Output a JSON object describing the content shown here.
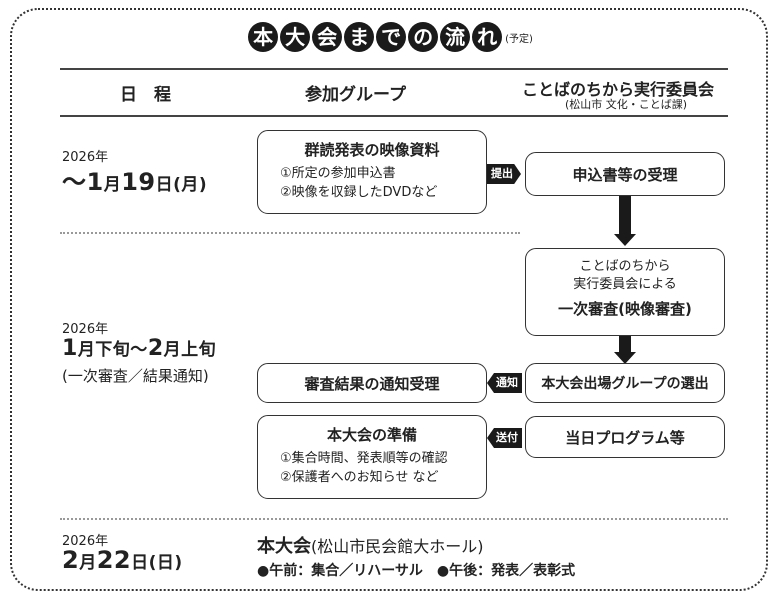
{
  "title": {
    "chars": [
      "本",
      "大",
      "会",
      "ま",
      "で",
      "の",
      "流",
      "れ"
    ],
    "note": "(予定)"
  },
  "headers": {
    "schedule": "日　程",
    "group": "参加グループ",
    "committee": "ことばのちから実行委員会",
    "committee_sub": "(松山市 文化・ことば課)"
  },
  "row1": {
    "year": "2026年",
    "date_prefix": "〜1",
    "date_mid": "月",
    "date_num": "19",
    "date_suffix": "日(月)",
    "group_box": {
      "title": "群読発表の映像資料",
      "items": [
        "①所定の参加申込書",
        "②映像を収録したDVDなど"
      ]
    },
    "tag": "提出",
    "committee_box": "申込書等の受理"
  },
  "row2": {
    "year": "2026年",
    "date_a": "1",
    "date_a_unit": "月下旬〜",
    "date_b": "2",
    "date_b_unit": "月上旬",
    "note": "(一次審査／結果通知)",
    "review_box": {
      "line1": "ことばのちから",
      "line2": "実行委員会による",
      "line3": "一次審査(映像審査)"
    },
    "result_box": "審査結果の通知受理",
    "tag_notify": "通知",
    "selection_box": "本大会出場グループの選出",
    "prep_box": {
      "title": "本大会の準備",
      "items": [
        "①集合時間、発表順等の確認",
        "②保護者へのお知らせ など"
      ]
    },
    "tag_send": "送付",
    "program_box": "当日プログラム等"
  },
  "row3": {
    "year": "2026年",
    "date_num_a": "2",
    "date_unit_a": "月",
    "date_num_b": "22",
    "date_suffix": "日(日)",
    "event_title": "本大会",
    "event_venue": "(松山市民会館大ホール)",
    "schedule_line": "●午前：集合／リハーサル　●午後：発表／表彰式"
  }
}
